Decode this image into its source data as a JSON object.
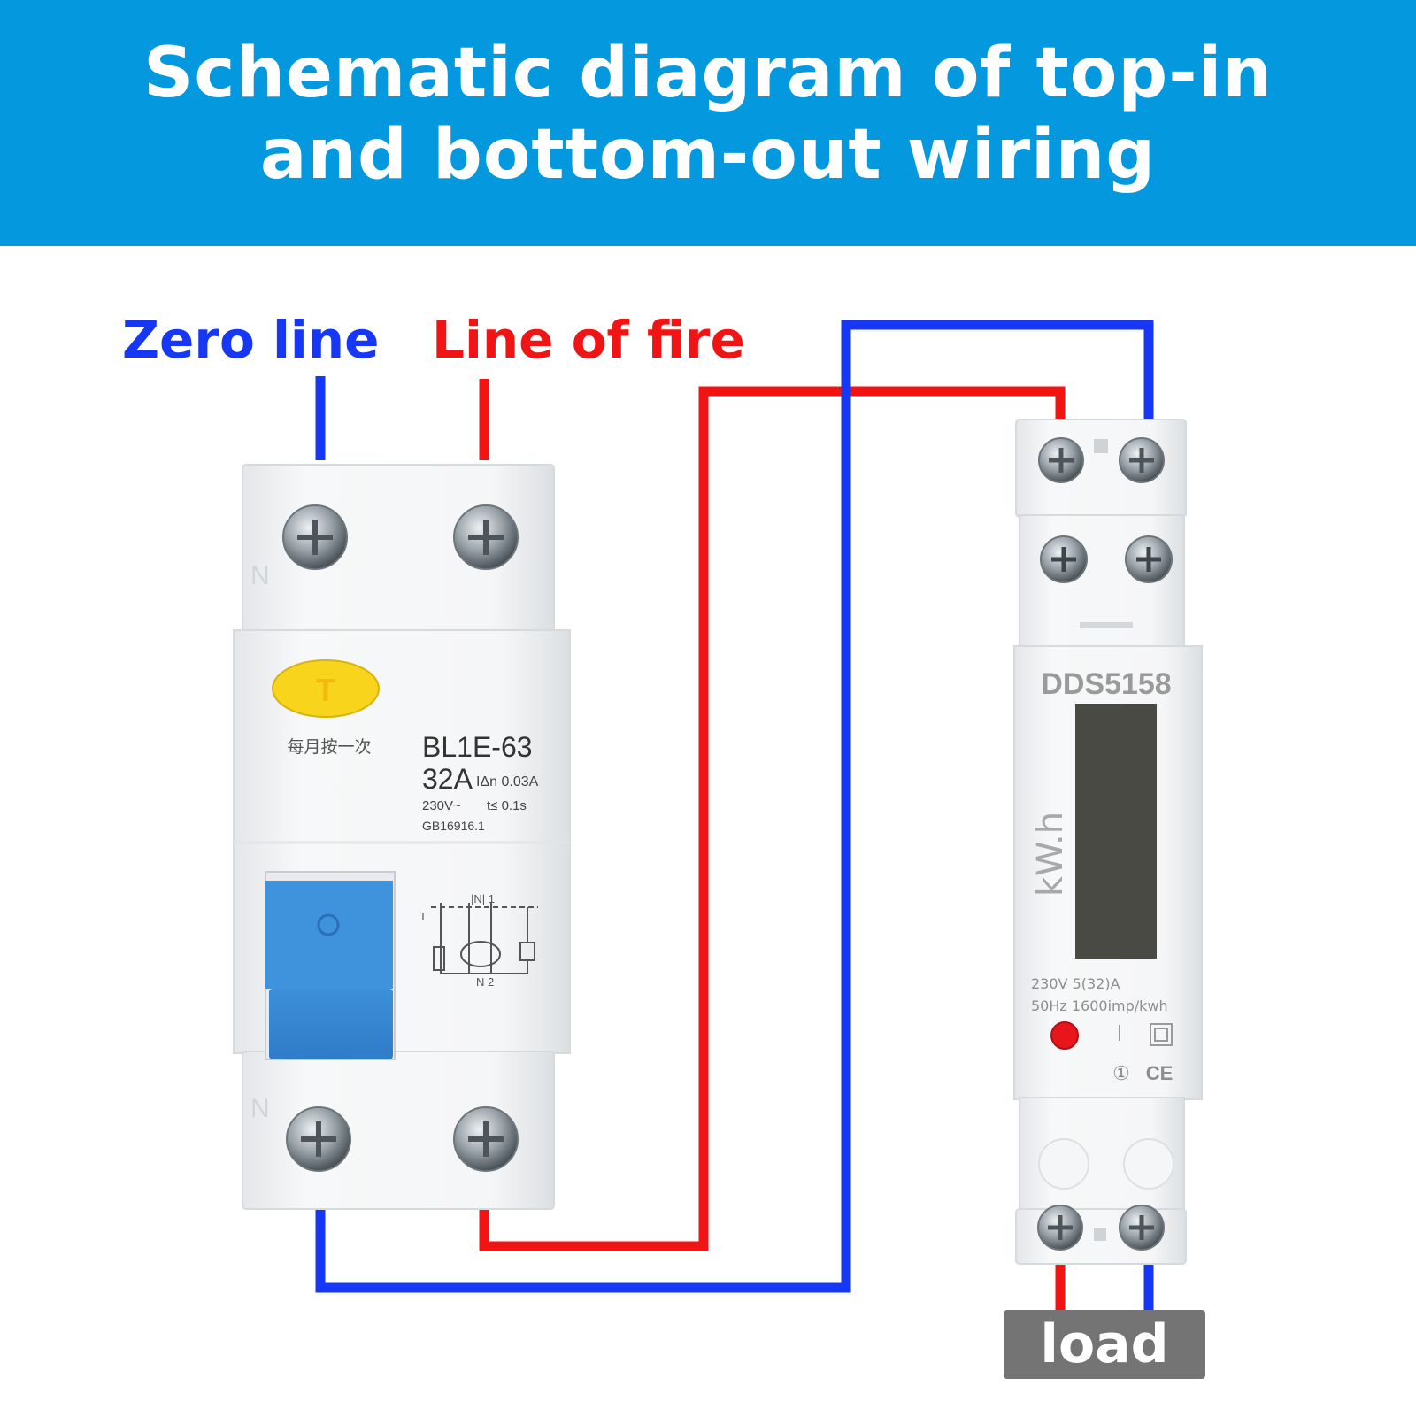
{
  "header": {
    "title_line1": "Schematic diagram of top-in",
    "title_line2": "and bottom-out wiring",
    "background": "#0498df"
  },
  "labels": {
    "zero_line": "Zero line",
    "line_of_fire": "Line of fire",
    "load": "load"
  },
  "colors": {
    "neutral_wire": "#1637f5",
    "live_wire": "#f01414",
    "load_box": "#747474"
  },
  "breaker": {
    "test_button": "T",
    "chinese_note": "每月按一次",
    "model": "BL1E-63",
    "rating": "32A",
    "residual": "IΔn 0.03A",
    "voltage": "230V~",
    "trip_time": "t≤ 0.1s",
    "standard": "GB16916.1",
    "terminal_mark": "N",
    "schematic_top": "|N| 1",
    "schematic_bottom": "N 2",
    "schematic_t": "T"
  },
  "meter": {
    "model": "DDS5158",
    "unit": "kW.h",
    "spec_line1": "230V  5(32)A",
    "spec_line2": "50Hz  1600imp/kwh",
    "class_mark": "①",
    "ce_mark": "CE"
  }
}
